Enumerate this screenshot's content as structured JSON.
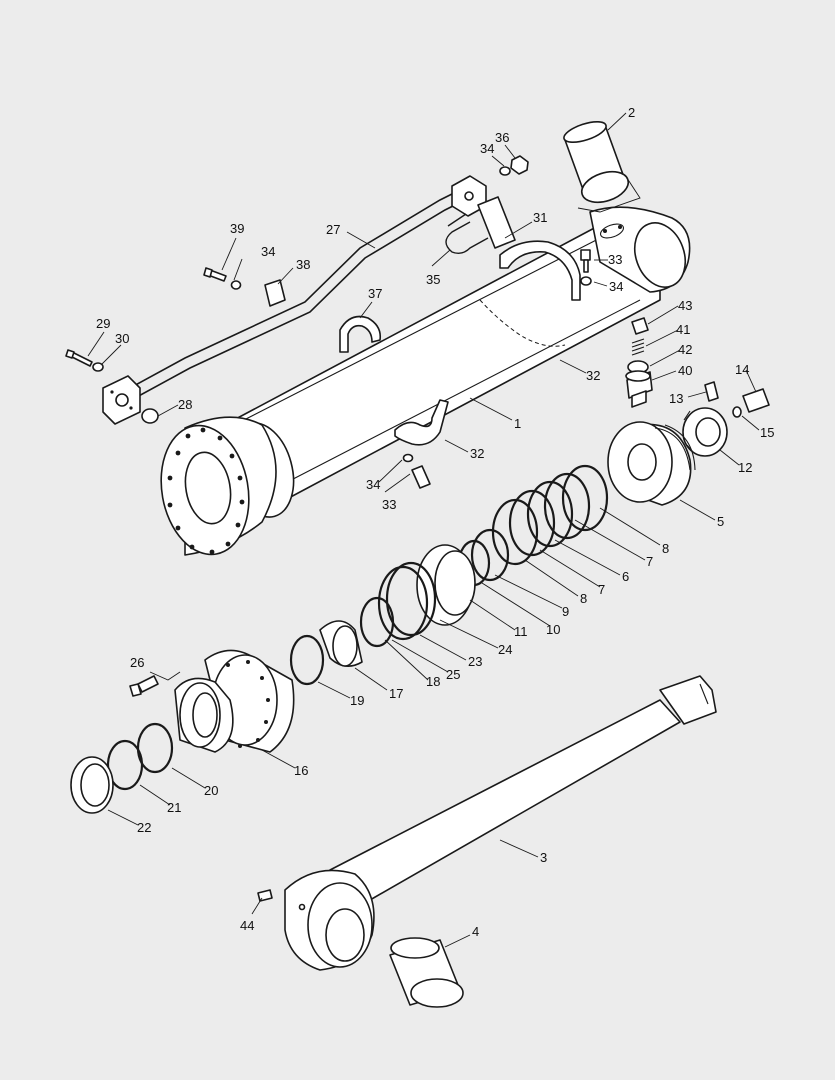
{
  "colors": {
    "background": "#ececec",
    "line": "#1a1a1a",
    "part_fill": "#ffffff"
  },
  "callouts": [
    {
      "id": "c1",
      "label": "1"
    },
    {
      "id": "c2",
      "label": "2"
    },
    {
      "id": "c3",
      "label": "3"
    },
    {
      "id": "c4",
      "label": "4"
    },
    {
      "id": "c5",
      "label": "5"
    },
    {
      "id": "c6",
      "label": "6"
    },
    {
      "id": "c7a",
      "label": "7"
    },
    {
      "id": "c7b",
      "label": "7"
    },
    {
      "id": "c8a",
      "label": "8"
    },
    {
      "id": "c8b",
      "label": "8"
    },
    {
      "id": "c9",
      "label": "9"
    },
    {
      "id": "c10",
      "label": "10"
    },
    {
      "id": "c11",
      "label": "11"
    },
    {
      "id": "c12",
      "label": "12"
    },
    {
      "id": "c13",
      "label": "13"
    },
    {
      "id": "c14",
      "label": "14"
    },
    {
      "id": "c15",
      "label": "15"
    },
    {
      "id": "c16",
      "label": "16"
    },
    {
      "id": "c17",
      "label": "17"
    },
    {
      "id": "c18",
      "label": "18"
    },
    {
      "id": "c19",
      "label": "19"
    },
    {
      "id": "c20",
      "label": "20"
    },
    {
      "id": "c21",
      "label": "21"
    },
    {
      "id": "c22",
      "label": "22"
    },
    {
      "id": "c23",
      "label": "23"
    },
    {
      "id": "c24",
      "label": "24"
    },
    {
      "id": "c25",
      "label": "25"
    },
    {
      "id": "c26",
      "label": "26"
    },
    {
      "id": "c27",
      "label": "27"
    },
    {
      "id": "c28",
      "label": "28"
    },
    {
      "id": "c29",
      "label": "29"
    },
    {
      "id": "c30",
      "label": "30"
    },
    {
      "id": "c31",
      "label": "31"
    },
    {
      "id": "c32a",
      "label": "32"
    },
    {
      "id": "c32b",
      "label": "32"
    },
    {
      "id": "c33a",
      "label": "33"
    },
    {
      "id": "c33b",
      "label": "33"
    },
    {
      "id": "c34a",
      "label": "34"
    },
    {
      "id": "c34b",
      "label": "34"
    },
    {
      "id": "c34c",
      "label": "34"
    },
    {
      "id": "c34d",
      "label": "34"
    },
    {
      "id": "c35",
      "label": "35"
    },
    {
      "id": "c36",
      "label": "36"
    },
    {
      "id": "c37",
      "label": "37"
    },
    {
      "id": "c38",
      "label": "38"
    },
    {
      "id": "c39",
      "label": "39"
    },
    {
      "id": "c40",
      "label": "40"
    },
    {
      "id": "c41",
      "label": "41"
    },
    {
      "id": "c42",
      "label": "42"
    },
    {
      "id": "c43",
      "label": "43"
    },
    {
      "id": "c44",
      "label": "44"
    }
  ]
}
